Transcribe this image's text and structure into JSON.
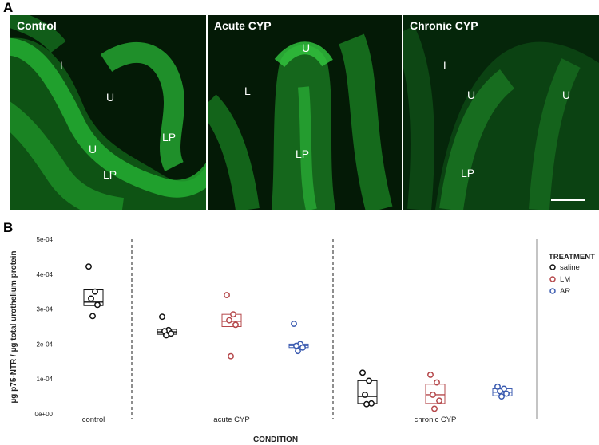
{
  "panel_a": {
    "letter": "A",
    "panels": [
      {
        "title": "Control",
        "labels": [
          "L",
          "U",
          "LP",
          "U",
          "LP"
        ]
      },
      {
        "title": "Acute CYP",
        "labels": [
          "U",
          "L",
          "LP"
        ]
      },
      {
        "title": "Chronic CYP",
        "labels": [
          "L",
          "U",
          "U",
          "LP"
        ]
      }
    ]
  },
  "panel_b": {
    "letter": "B"
  },
  "colors": {
    "saline": "#111111",
    "LM": "#b5484b",
    "AR": "#3b5bb0",
    "fluorescence": "#1fa52b"
  },
  "chart_data": {
    "type": "scatter",
    "ylabel": "µg p75-NTR / µg total urothelium protein",
    "xlabel": "CONDITION",
    "ylim": [
      0,
      0.0005
    ],
    "yticks": [
      "0e+00",
      "1e-04",
      "2e-04",
      "3e-04",
      "4e-04",
      "5e-04"
    ],
    "categories": [
      "control",
      "acute CYP",
      "chronic CYP"
    ],
    "legend": {
      "title": "TREATMENT",
      "entries": [
        "saline",
        "LM",
        "AR"
      ],
      "position": "right"
    },
    "groups": [
      {
        "condition": "control",
        "treatment": "saline",
        "points": [
          0.000422,
          0.00035,
          0.00033,
          0.000312,
          0.00028
        ],
        "box": [
          0.00031,
          0.00032,
          0.000355
        ]
      },
      {
        "condition": "acute CYP",
        "treatment": "saline",
        "points": [
          0.000278,
          0.00024,
          0.000237,
          0.00023,
          0.000225
        ],
        "box": [
          0.000228,
          0.000235,
          0.000242
        ]
      },
      {
        "condition": "acute CYP",
        "treatment": "LM",
        "points": [
          0.00034,
          0.000285,
          0.000268,
          0.000255,
          0.000165
        ],
        "box": [
          0.00025,
          0.000265,
          0.000285
        ]
      },
      {
        "condition": "acute CYP",
        "treatment": "AR",
        "points": [
          0.000258,
          0.0002,
          0.000195,
          0.00019,
          0.00018
        ],
        "box": [
          0.00019,
          0.000196,
          0.0002
        ]
      },
      {
        "condition": "chronic CYP",
        "treatment": "saline",
        "points": [
          0.000118,
          9.5e-05,
          5.5e-05,
          3e-05,
          2.8e-05
        ],
        "box": [
          3e-05,
          5e-05,
          9.5e-05
        ]
      },
      {
        "condition": "chronic CYP",
        "treatment": "LM",
        "points": [
          0.000112,
          9e-05,
          5.5e-05,
          3.8e-05,
          1.5e-05
        ],
        "box": [
          3e-05,
          5.5e-05,
          8.5e-05
        ]
      },
      {
        "condition": "chronic CYP",
        "treatment": "AR",
        "points": [
          7.8e-05,
          7.2e-05,
          6.5e-05,
          5.8e-05,
          5e-05
        ],
        "box": [
          5.2e-05,
          6.2e-05,
          7.2e-05
        ]
      }
    ]
  }
}
